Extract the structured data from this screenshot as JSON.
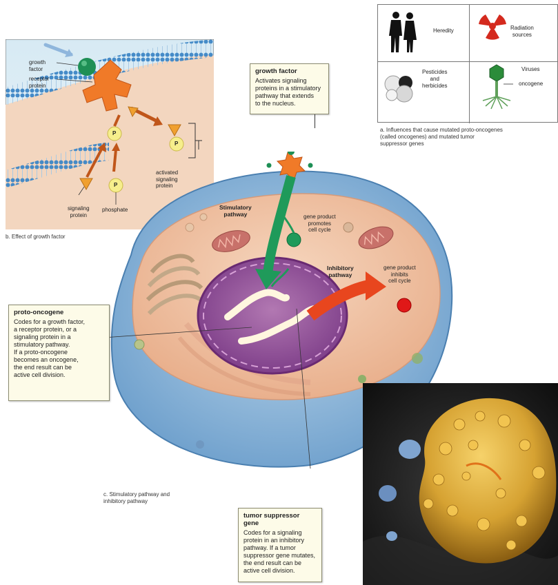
{
  "panel_b": {
    "labels": {
      "growth_factor": "growth\nfactor",
      "receptor_protein": "receptor\nprotein",
      "signaling_protein": "signaling\nprotein",
      "phosphate": "phosphate",
      "activated_signaling_protein": "activated\nsignaling\nprotein",
      "phosphate_symbol": "P"
    },
    "caption": "b. Effect of growth factor"
  },
  "panel_a": {
    "items": [
      {
        "label": "Heredity",
        "icon": "people-icon"
      },
      {
        "label": "Radiation\nsources",
        "icon": "radiation-icon"
      },
      {
        "label": "Pesticides\nand\nherbicides",
        "icon": "pesticide-icon"
      },
      {
        "label": "Viruses",
        "icon": "virus-icon"
      }
    ],
    "oncogene_label": "oncogene",
    "caption": "a. Influences that cause mutated proto-oncogenes\n(called oncogenes) and mutated tumor\nsuppressor genes"
  },
  "panel_c": {
    "growth_factor_box": {
      "title": "growth factor",
      "text": "Activates signaling\nproteins in a stimulatory\npathway that extends\nto the nucleus."
    },
    "stimulatory_pathway": "Stimulatory\npathway",
    "inhibitory_pathway": "Inhibitory\npathway",
    "gene_product_promotes": "gene product\npromotes\ncell cycle",
    "gene_product_inhibits": "gene product\ninhibits\ncell cycle",
    "proto_oncogene_box": {
      "title": "proto-oncogene",
      "text": "Codes for a growth factor,\na receptor protein, or a\nsignaling protein in a\nstimulatory pathway.\nIf a proto-oncogene\nbecomes an oncogene,\nthe end result can be\nactive cell division."
    },
    "tumor_suppressor_box": {
      "title": "tumor suppressor gene",
      "text": "Codes for a signaling\nprotein in an inhibitory\npathway. If a tumor\nsuppressor gene mutates,\nthe end result can be\nactive cell division."
    },
    "caption": "c. Stimulatory pathway and\ninhibitory pathway"
  },
  "colors": {
    "membrane": "#5aa0d8",
    "cytoplasm": "#f2c7a6",
    "nucleus": "#9a5a9e",
    "receptor": "#f07a28",
    "growth_factor": "#1e8f55",
    "stimulatory_arrow": "#1f9a5a",
    "inhibitory_arrow": "#e8461e",
    "box_fill": "#fdfbe8"
  }
}
